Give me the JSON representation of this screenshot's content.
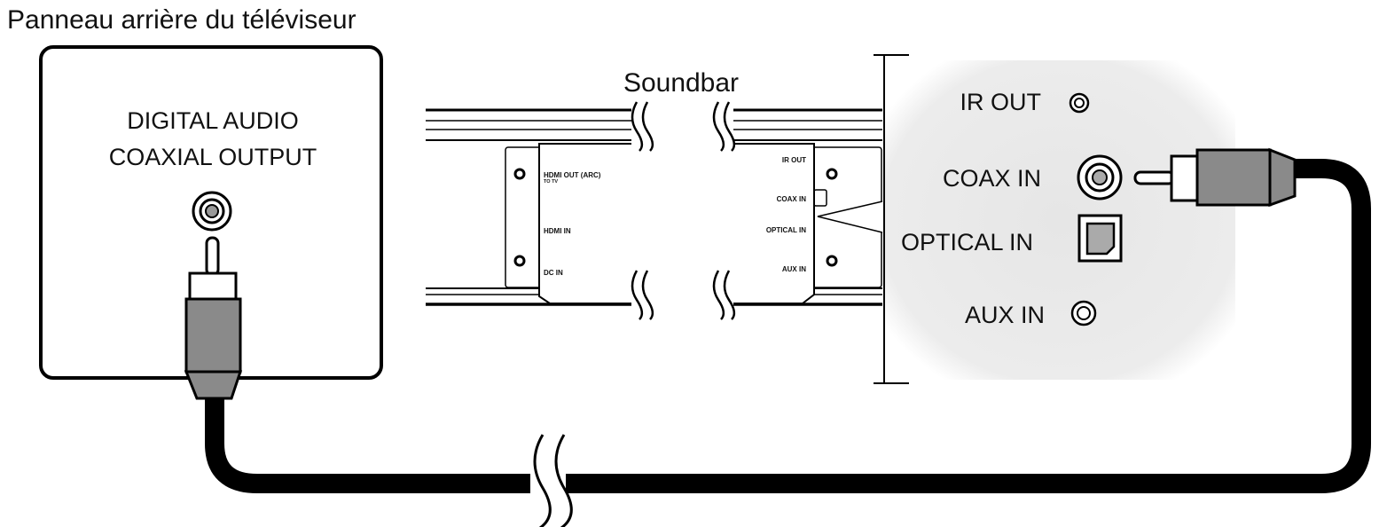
{
  "title": "Panneau arrière du téléviseur",
  "tv_panel": {
    "line1": "DIGITAL AUDIO",
    "line2": "COAXIAL OUTPUT"
  },
  "soundbar": {
    "label": "Soundbar",
    "left_labels": {
      "hdmi_out": "HDMI OUT (ARC)",
      "to_tv": "TO TV",
      "hdmi_in": "HDMI IN",
      "dc_in": "DC IN"
    },
    "right_labels": {
      "ir_out": "IR OUT",
      "coax_in": "COAX IN",
      "optical_in": "OPTICAL IN",
      "aux_in": "AUX IN"
    }
  },
  "detail": {
    "ir_out": "IR OUT",
    "coax_in": "COAX IN",
    "optical_in": "OPTICAL IN",
    "aux_in": "AUX IN"
  },
  "colors": {
    "plug_body": "#8a8a8a",
    "cable": "#000000",
    "detail_bg": "#ebebeb"
  }
}
